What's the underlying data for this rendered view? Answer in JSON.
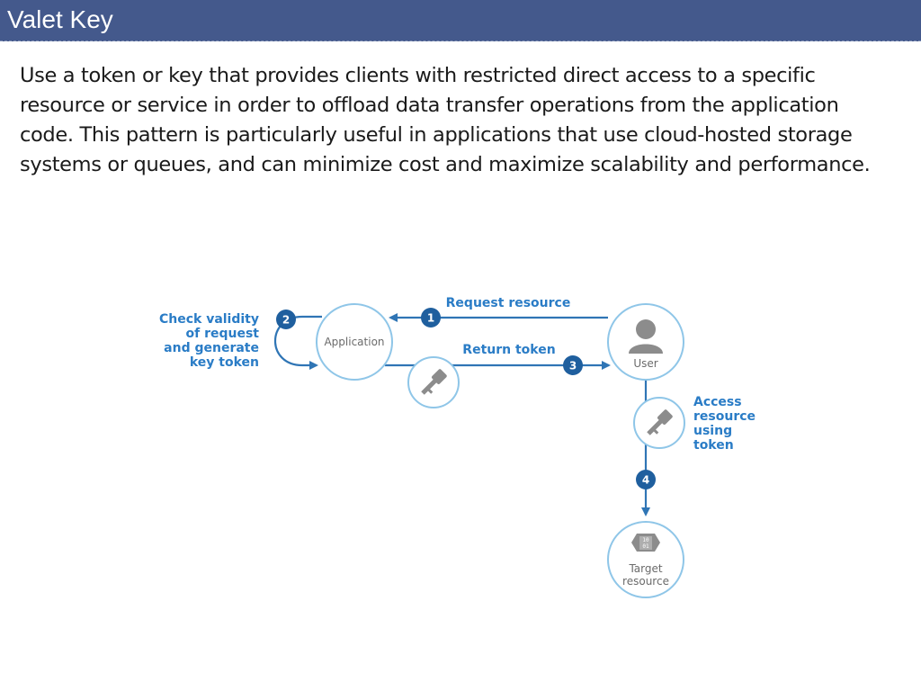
{
  "slide": {
    "title": "Valet Key",
    "description": "Use a token or key that provides clients with restricted direct access to a specific resource or service in order to offload data transfer operations from the application code. This pattern is particularly useful in applications that use cloud-hosted storage systems or queues, and can minimize cost and maximize scalability and performance."
  },
  "diagram": {
    "nodes": {
      "application": "Application",
      "user": "User",
      "target_line1": "Target",
      "target_line2": "resource",
      "resource_glyph_line1": "10",
      "resource_glyph_line2": "01"
    },
    "steps": {
      "step1_number": "1",
      "step1_label": "Request resource",
      "step2_number": "2",
      "step2_label_lines": [
        "Check validity",
        "of request",
        "and generate",
        "key token"
      ],
      "step3_number": "3",
      "step3_label": "Return token",
      "step4_number": "4",
      "step4_label_lines": [
        "Access",
        "resource",
        "using",
        "token"
      ]
    },
    "colors": {
      "accent": "#2a7cc6",
      "arrow": "#2f75b5",
      "badge": "#1f5f9e",
      "node_border": "#8fc6e8",
      "icon_gray": "#8c8c8c",
      "title_bar": "#44598c"
    }
  }
}
